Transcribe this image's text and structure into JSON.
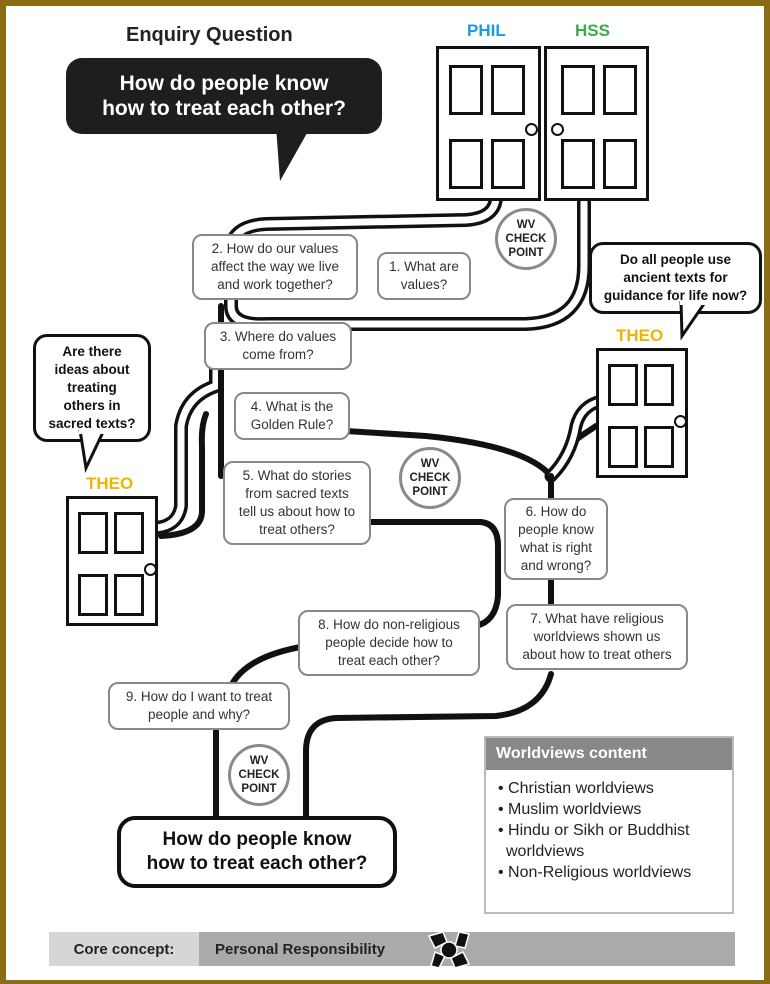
{
  "title": "Enquiry Question",
  "main_question": [
    "How do people know",
    "how to treat each other?"
  ],
  "doors": {
    "phil": {
      "label": "PHIL",
      "color": "#1a9be0"
    },
    "hss": {
      "label": "HSS",
      "color": "#3bab4a"
    },
    "theo_right": {
      "label": "THEO",
      "color": "#f0b400"
    },
    "theo_left": {
      "label": "THEO",
      "color": "#f0b400"
    }
  },
  "speech_right": [
    "Do all people use",
    "ancient texts for",
    "guidance for life now?"
  ],
  "speech_left": [
    "Are there",
    "ideas about",
    "treating",
    "others in",
    "sacred texts?"
  ],
  "checkpoint": [
    "WV",
    "CHECK",
    "POINT"
  ],
  "questions": {
    "q1": [
      "1. What are",
      "values?"
    ],
    "q2": [
      "2. How do our values",
      "affect the way we live",
      "and work together?"
    ],
    "q3": [
      "3. Where do values",
      "come from?"
    ],
    "q4": [
      "4. What is the",
      "Golden Rule?"
    ],
    "q5": [
      "5. What do stories",
      "from sacred texts",
      "tell us about how to",
      "treat others?"
    ],
    "q6": [
      "6. How do",
      "people know",
      "what is right",
      "and wrong?"
    ],
    "q7": [
      "7. What have religious",
      "worldviews shown us",
      "about how to treat others"
    ],
    "q8": [
      "8. How do non-religious",
      "people decide how to",
      "treat each other?"
    ],
    "q9": [
      "9. How do I want to treat",
      "people and why?"
    ]
  },
  "final_question": [
    "How do people know",
    "how to treat each other?"
  ],
  "worldviews": {
    "heading": "Worldviews content",
    "items": [
      "• Christian worldviews",
      "• Muslim worldviews",
      "• Hindu or Sikh or Buddhist",
      "worldviews",
      "• Non-Religious worldviews"
    ]
  },
  "core_concept": {
    "label": "Core concept:",
    "value": "Personal Responsibility"
  },
  "colors": {
    "border": "#8b6b14",
    "bubble": "#1e1e1e",
    "path": "#111111",
    "box_border": "#888888",
    "grey_bar": "#aaaaaa"
  }
}
